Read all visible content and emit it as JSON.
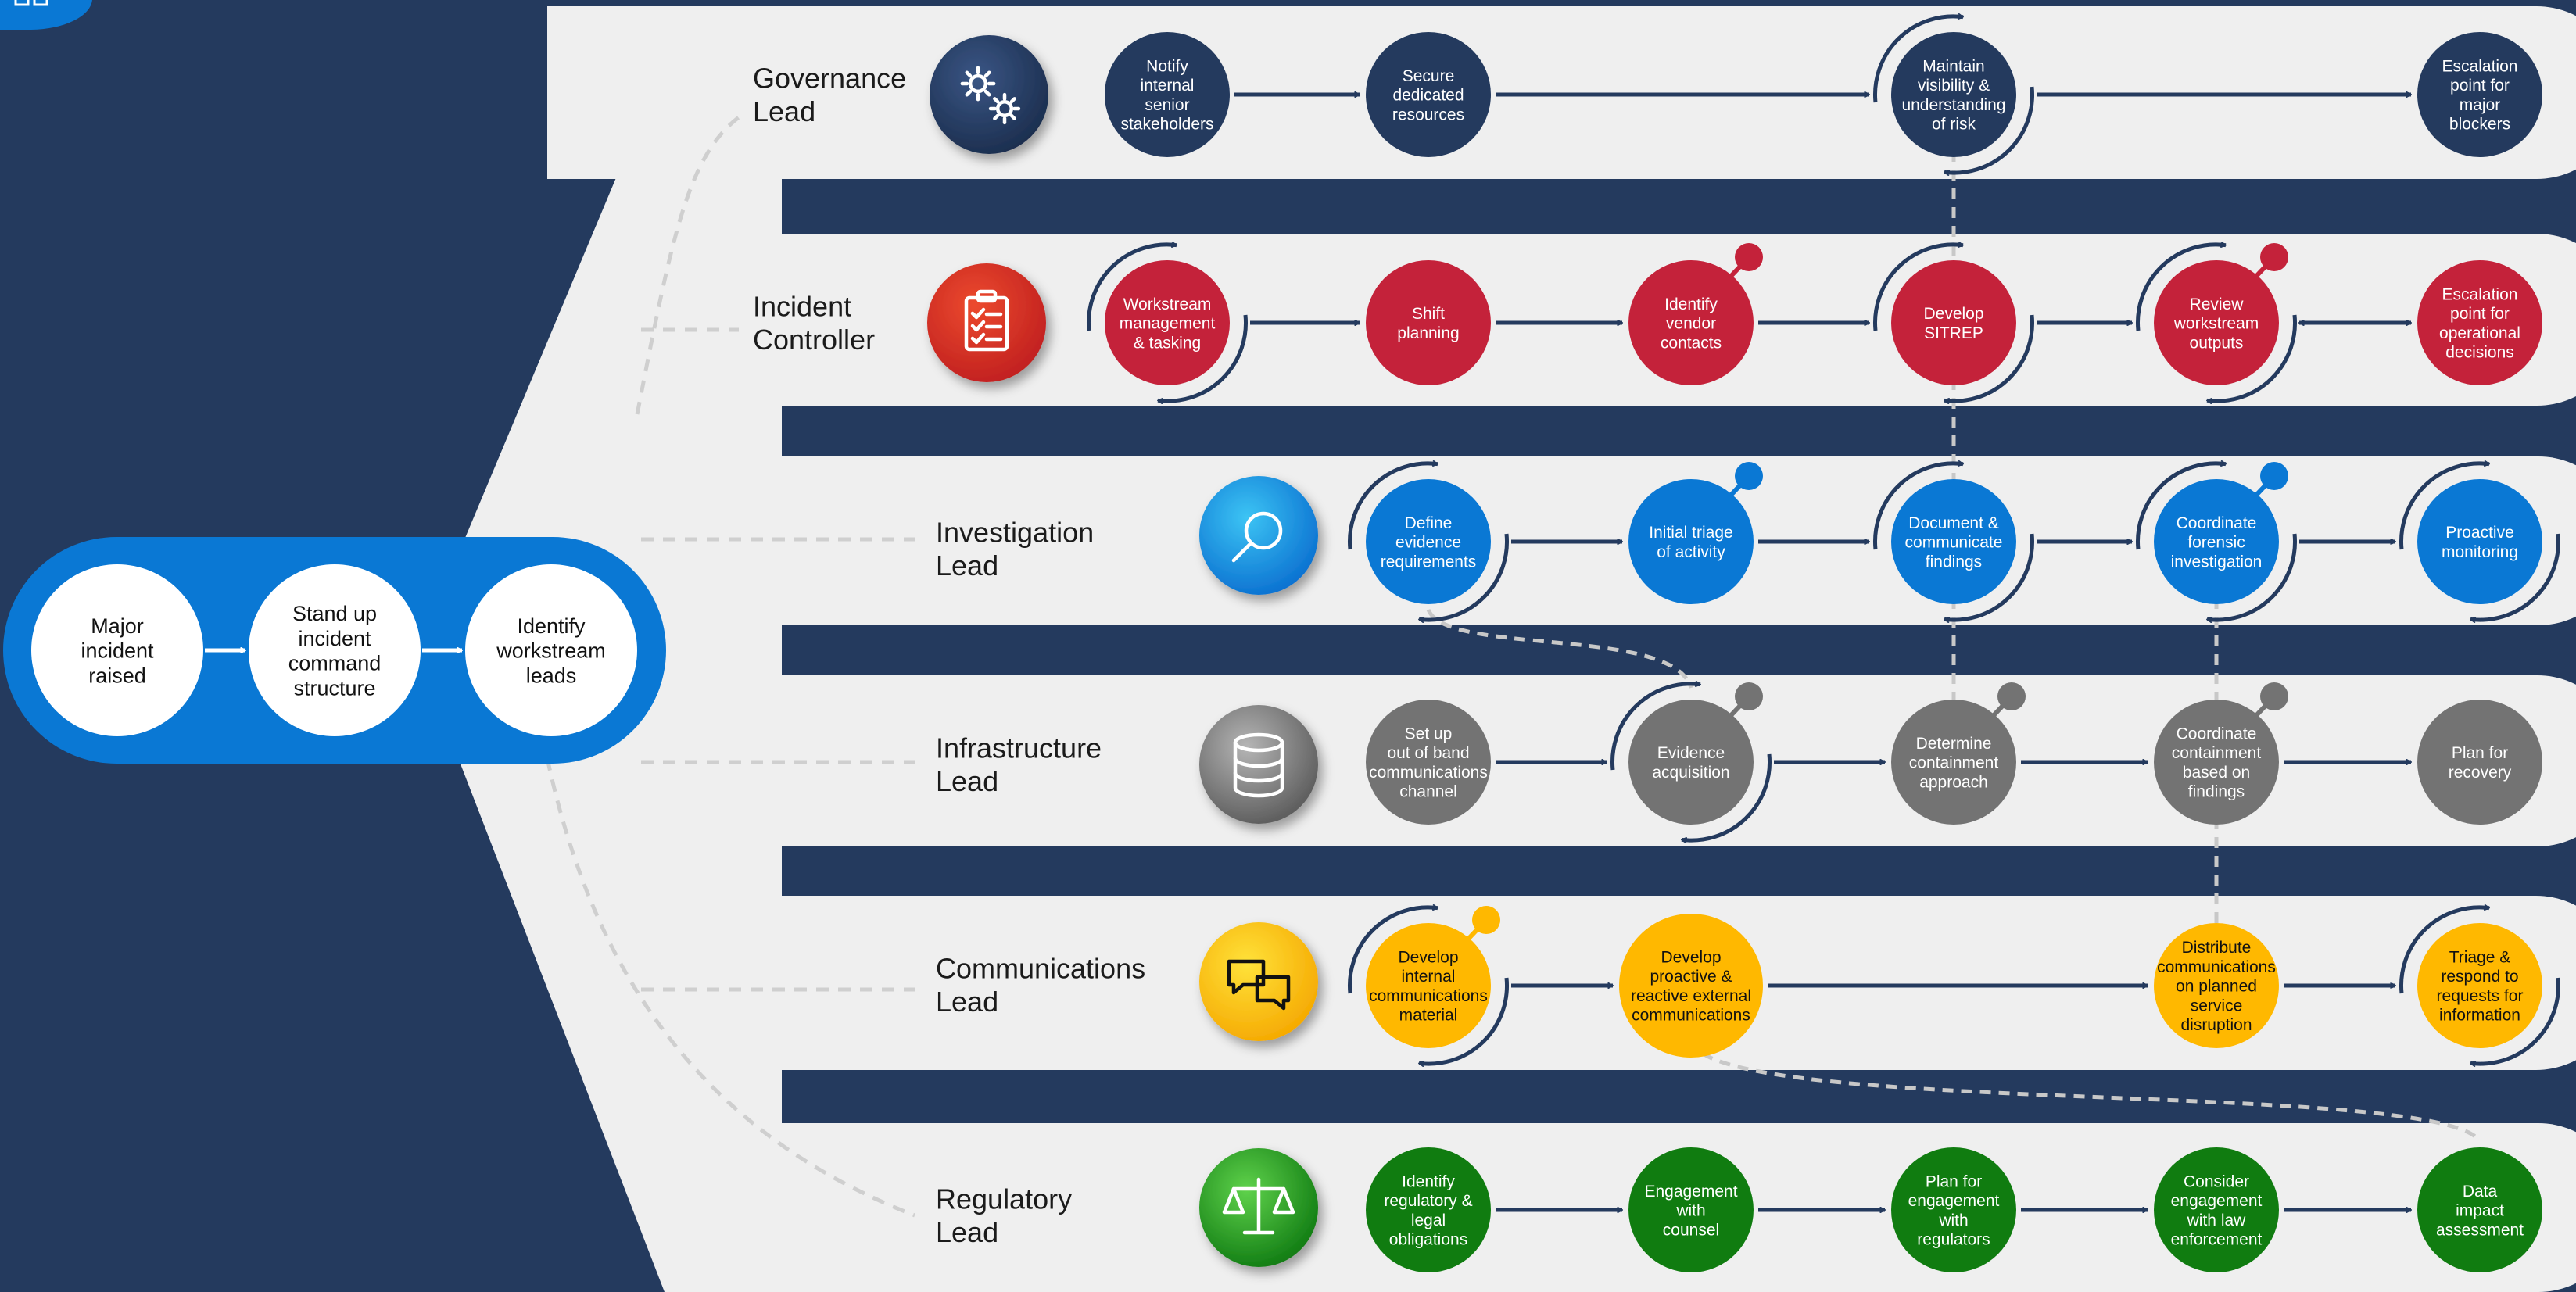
{
  "colors": {
    "background": "#243a5e",
    "band": "#efefef",
    "arrow": "#243a5e",
    "entry_blue": "#0a78d4",
    "lead_label": "#1b1b1b",
    "connector_dash": "#cfcfcf",
    "node_governance": "#243a5e",
    "node_incident": "#c4223a",
    "node_investigation": "#0a78d4",
    "node_infrastructure": "#737373",
    "node_communications": "#ffb800",
    "node_regulatory": "#107c10",
    "dependency_line": "#c8c8c8",
    "dependency_line_dark": "#8a8a8a"
  },
  "corner_icon": "grid-icon",
  "entry": {
    "steps": [
      "Major\nincident\nraised",
      "Stand up\nincident\ncommand\nstructure",
      "Identify\nworkstream\nleads"
    ]
  },
  "lanes": [
    {
      "id": "governance",
      "title": "Governance\nLead",
      "icon": "gears-icon",
      "nodes": [
        {
          "label": "Notify\ninternal\nsenior\nstakeholders"
        },
        {
          "label": "Secure\ndedicated\nresources"
        },
        {
          "label": "Maintain\nvisibility &\nunderstanding\nof risk",
          "cycle": true
        },
        {
          "label": "Escalation\npoint for\nmajor\nblockers"
        }
      ]
    },
    {
      "id": "incident",
      "title": "Incident\nController",
      "icon": "checklist-icon",
      "nodes": [
        {
          "label": "Workstream\nmanagement\n& tasking",
          "cycle": true
        },
        {
          "label": "Shift\nplanning"
        },
        {
          "label": "Identify\nvendor\ncontacts",
          "pin": true
        },
        {
          "label": "Develop\nSITREP",
          "cycle": true
        },
        {
          "label": "Review\nworkstream\noutputs",
          "cycle": true,
          "pin": true
        },
        {
          "label": "Escalation\npoint for\noperational\ndecisions",
          "double_arrow_in": true
        }
      ]
    },
    {
      "id": "investigation",
      "title": "Investigation\nLead",
      "icon": "magnifier-icon",
      "nodes": [
        {
          "label": "Define\nevidence\nrequirements",
          "cycle": true
        },
        {
          "label": "Initial triage\nof activity",
          "pin": true
        },
        {
          "label": "Document &\ncommunicate\nfindings",
          "cycle": true
        },
        {
          "label": "Coordinate\nforensic\ninvestigation",
          "cycle": true,
          "pin": true
        },
        {
          "label": "Proactive\nmonitoring",
          "cycle": true
        }
      ]
    },
    {
      "id": "infrastructure",
      "title": "Infrastructure\nLead",
      "icon": "database-icon",
      "nodes": [
        {
          "label": "Set up\nout of band\ncommunications\nchannel"
        },
        {
          "label": "Evidence\nacquisition",
          "cycle": true,
          "pin": true
        },
        {
          "label": "Determine\ncontainment\napproach",
          "pin": true
        },
        {
          "label": "Coordinate\ncontainment\nbased on\nfindings",
          "pin": true
        },
        {
          "label": "Plan for\nrecovery"
        }
      ]
    },
    {
      "id": "communications",
      "title": "Communications\nLead",
      "icon": "chat-icon",
      "nodes": [
        {
          "label": "Develop\ninternal\ncommunications\nmaterial",
          "cycle": true,
          "pin": true
        },
        {
          "label": "Develop\nproactive &\nreactive external\ncommunications"
        },
        {
          "label": "Distribute\ncommunications\non planned\nservice\ndisruption"
        },
        {
          "label": "Triage &\nrespond to\nrequests for\ninformation",
          "cycle": true
        }
      ]
    },
    {
      "id": "regulatory",
      "title": "Regulatory\nLead",
      "icon": "scales-icon",
      "nodes": [
        {
          "label": "Identify\nregulatory &\nlegal\nobligations"
        },
        {
          "label": "Engagement\nwith\ncounsel"
        },
        {
          "label": "Plan for\nengagement\nwith\nregulators"
        },
        {
          "label": "Consider\nengagement\nwith law\nenforcement"
        },
        {
          "label": "Data\nimpact\nassessment"
        }
      ]
    }
  ]
}
